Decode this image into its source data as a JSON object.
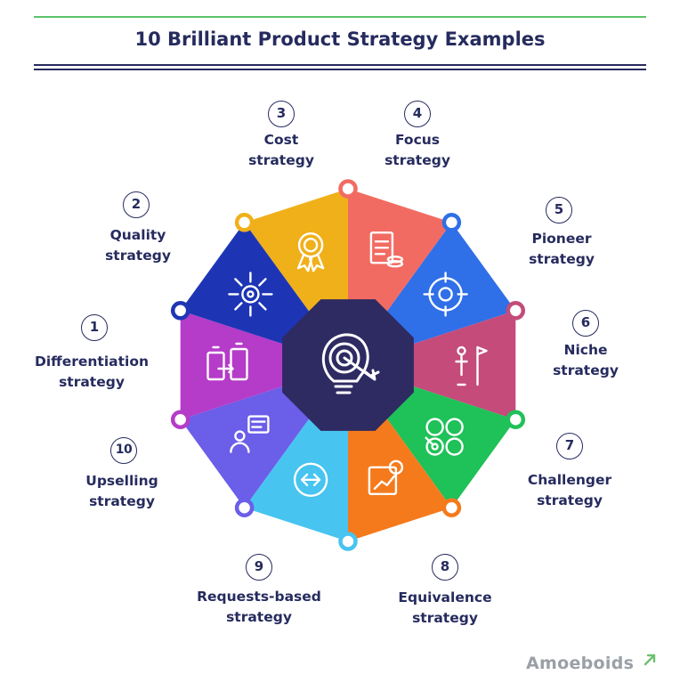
{
  "title": "10 Brilliant Product Strategy Examples",
  "brand": "Amoeboids",
  "colors": {
    "title_text": "#262b5e",
    "top_rule": "#5cc36a",
    "bottom_rule": "#262b5e",
    "hub": "#2e2a62",
    "brand_mark": "#6cc16e"
  },
  "segments": [
    {
      "number": "3",
      "label_line1": "Cost",
      "label_line2": "strategy",
      "color": "#f0b01a",
      "icon": "award-ribbon-icon"
    },
    {
      "number": "4",
      "label_line1": "Focus",
      "label_line2": "strategy",
      "color": "#f26b62",
      "icon": "checklist-coins-icon"
    },
    {
      "number": "5",
      "label_line1": "Pioneer",
      "label_line2": "strategy",
      "color": "#2f6fe8",
      "icon": "crosshair-icon"
    },
    {
      "number": "6",
      "label_line1": "Niche",
      "label_line2": "strategy",
      "color": "#c44b7a",
      "icon": "person-flag-icon"
    },
    {
      "number": "7",
      "label_line1": "Challenger",
      "label_line2": "strategy",
      "color": "#1fc159",
      "icon": "target-dots-icon"
    },
    {
      "number": "8",
      "label_line1": "Equivalence",
      "label_line2": "strategy",
      "color": "#f57a1c",
      "icon": "climbing-person-icon"
    },
    {
      "number": "9",
      "label_line1": "Requests-based",
      "label_line2": "strategy",
      "color": "#47c4f0",
      "icon": "swap-arrows-icon"
    },
    {
      "number": "10",
      "label_line1": "Upselling",
      "label_line2": "strategy",
      "color": "#6b5ee8",
      "icon": "person-chat-icon"
    },
    {
      "number": "1",
      "label_line1": "Differentiation",
      "label_line2": "strategy",
      "color": "#b53bc9",
      "icon": "bottles-transfer-icon"
    },
    {
      "number": "2",
      "label_line1": "Quality",
      "label_line2": "strategy",
      "color": "#1d35b5",
      "icon": "gear-arrows-icon"
    }
  ],
  "hub_icon": "bulb-target-icon"
}
